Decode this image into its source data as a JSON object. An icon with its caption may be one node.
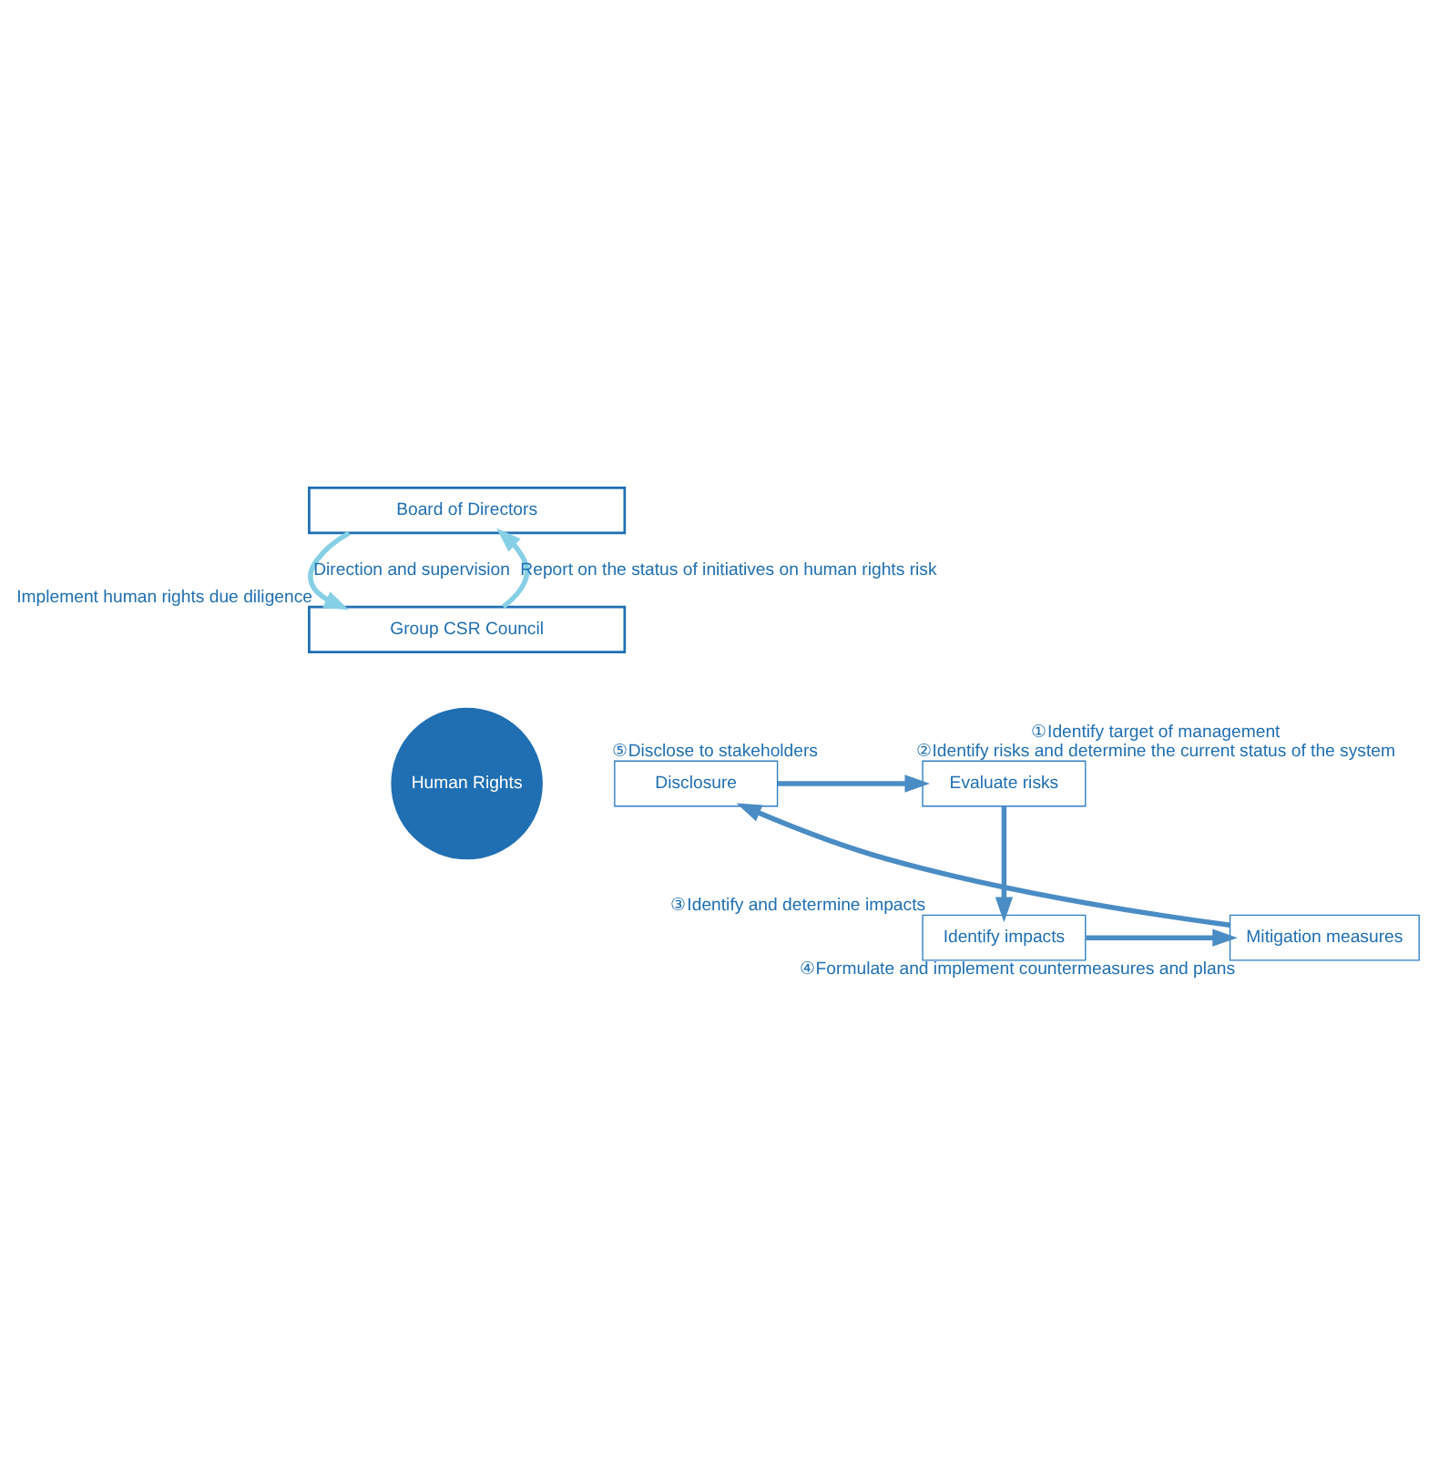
{
  "diagram": {
    "nodes": [
      {
        "text": [
          "Board of Directors"
        ]
      },
      {
        "text": [
          "Group CSR Council"
        ],
        "beside": [
          "Implement human rights due diligence"
        ]
      },
      {
        "text": [
          "Disclosure"
        ],
        "beside": [
          "⑤Disclose to stakeholders"
        ]
      },
      {
        "text": [
          "Evaluate risks"
        ],
        "beside": [
          "①Identify target of management",
          "②Identify risks and determine the current status of the system"
        ]
      },
      {
        "text": [
          "Identify impacts"
        ],
        "beside": [
          "③Identify and determine impacts"
        ]
      },
      {
        "text": [
          "Mitigation measures"
        ],
        "beside": [
          "④Formulate and implement countermeasures and plans"
        ]
      },
      {
        "text": [
          "Human Rights"
        ]
      }
    ],
    "edges": [
      {
        "from": 1,
        "to": 0,
        "arrow": "to",
        "label": "Report on the status of initiatives on human rights risk",
        "color": "#86d0e6"
      },
      {
        "from": 0,
        "to": 1,
        "arrow": "to",
        "label": "Direction and supervision",
        "color": "#86d0e6"
      },
      {
        "from": 2,
        "to": 3,
        "arrow": "to"
      },
      {
        "from": 3,
        "to": 4,
        "arrow": "to"
      },
      {
        "from": 4,
        "to": 5,
        "arrow": "to"
      },
      {
        "from": 5,
        "to": 2,
        "arrow": "to"
      }
    ]
  }
}
